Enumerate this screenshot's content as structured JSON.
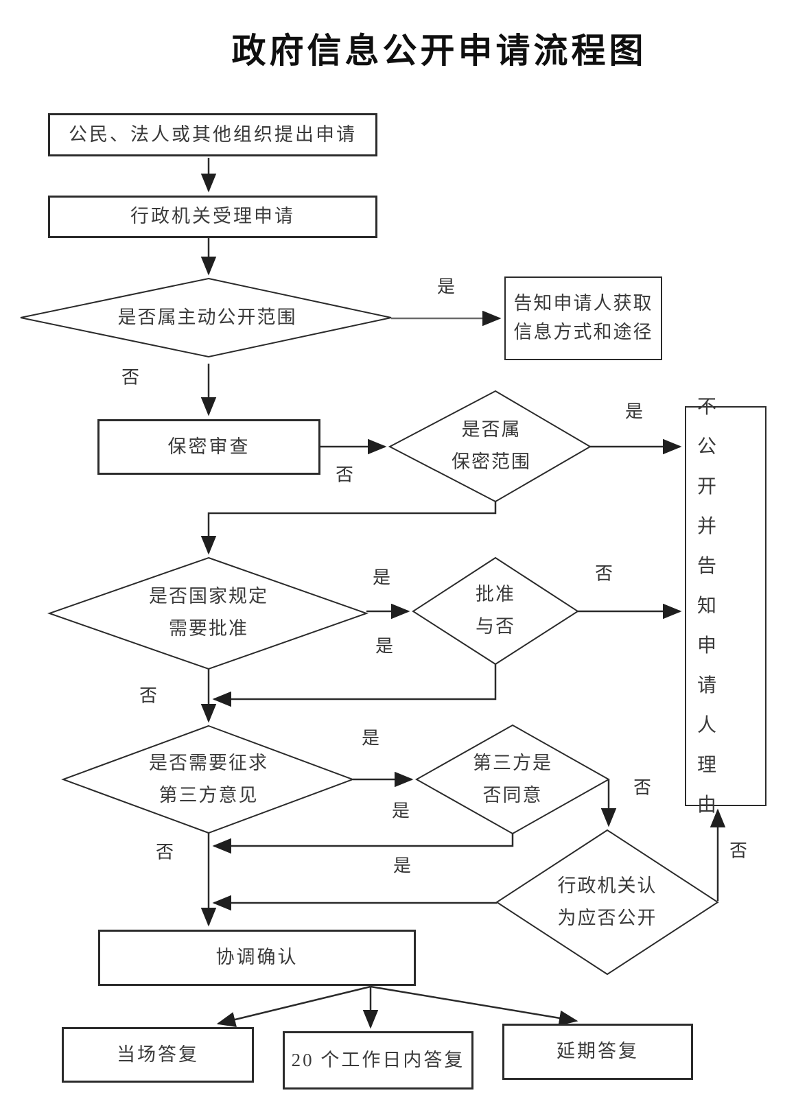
{
  "title": "政府信息公开申请流程图",
  "labels": {
    "yes": "是",
    "no": "否"
  },
  "colors": {
    "ink": "#2b2b2b",
    "background": "#ffffff"
  },
  "nodes": {
    "start": {
      "type": "process",
      "label": "公民、法人或其他组织提出申请"
    },
    "accept": {
      "type": "process",
      "label": "行政机关受理申请"
    },
    "d_active_scope": {
      "type": "decision",
      "label": "是否属主动公开范围"
    },
    "inform": {
      "type": "process",
      "label": "告知申请人获取\n信息方式和途径"
    },
    "secrecy_review": {
      "type": "process",
      "label": "保密审查"
    },
    "d_secret_scope": {
      "type": "decision",
      "label": "是否属\n保密范围"
    },
    "no_disclose": {
      "type": "process",
      "label": "不公开并告知申请人理由",
      "wrapped": "不公\n开并\n告知\n申请\n人理\n由"
    },
    "d_state_approval": {
      "type": "decision",
      "label": "是否国家规定\n需要批准"
    },
    "d_approved": {
      "type": "decision",
      "label": "批准\n与否"
    },
    "d_third_party_consult": {
      "type": "decision",
      "label": "是否需要征求\n第三方意见"
    },
    "d_third_party_agree": {
      "type": "decision",
      "label": "第三方是\n否同意"
    },
    "d_agency_opinion": {
      "type": "decision",
      "label": "行政机关认\n为应否公开"
    },
    "confirm": {
      "type": "process",
      "label": "协调确认"
    },
    "reply_onsite": {
      "type": "process",
      "label": "当场答复"
    },
    "reply_20days": {
      "type": "process",
      "label": "20 个工作日内答复"
    },
    "reply_delayed": {
      "type": "process",
      "label": "延期答复"
    }
  },
  "edges": [
    {
      "from": "start",
      "to": "accept",
      "label": ""
    },
    {
      "from": "accept",
      "to": "d_active_scope",
      "label": ""
    },
    {
      "from": "d_active_scope",
      "to": "inform",
      "label": "是"
    },
    {
      "from": "d_active_scope",
      "to": "secrecy_review",
      "label": "否"
    },
    {
      "from": "secrecy_review",
      "to": "d_secret_scope",
      "label": ""
    },
    {
      "from": "d_secret_scope",
      "to": "no_disclose",
      "label": "是"
    },
    {
      "from": "d_secret_scope",
      "to": "d_state_approval",
      "label": "否"
    },
    {
      "from": "d_state_approval",
      "to": "d_approved",
      "label": "是"
    },
    {
      "from": "d_approved",
      "to": "no_disclose",
      "label": "否"
    },
    {
      "from": "d_approved",
      "to": "d_third_party_consult",
      "label": "是"
    },
    {
      "from": "d_state_approval",
      "to": "d_third_party_consult",
      "label": "否"
    },
    {
      "from": "d_third_party_consult",
      "to": "d_third_party_agree",
      "label": "是"
    },
    {
      "from": "d_third_party_consult",
      "to": "confirm",
      "label": "否"
    },
    {
      "from": "d_third_party_agree",
      "to": "confirm",
      "label": "是"
    },
    {
      "from": "d_third_party_agree",
      "to": "d_agency_opinion",
      "label": "否"
    },
    {
      "from": "d_agency_opinion",
      "to": "confirm",
      "label": "是"
    },
    {
      "from": "d_agency_opinion",
      "to": "no_disclose",
      "label": "否"
    },
    {
      "from": "confirm",
      "to": "reply_onsite",
      "label": ""
    },
    {
      "from": "confirm",
      "to": "reply_20days",
      "label": ""
    },
    {
      "from": "confirm",
      "to": "reply_delayed",
      "label": ""
    }
  ]
}
